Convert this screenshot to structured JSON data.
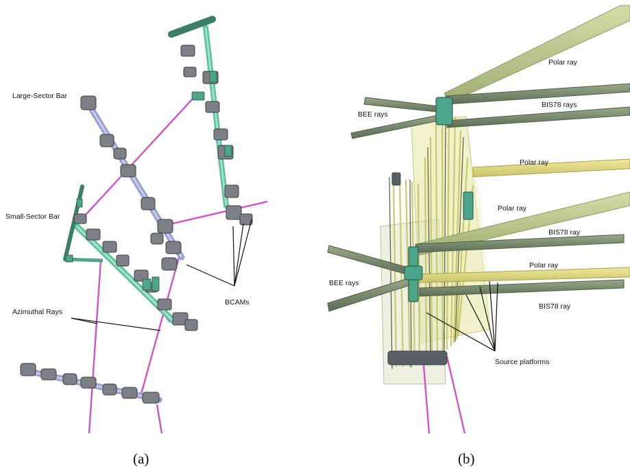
{
  "panel_a": {
    "caption": "(a)",
    "labels": {
      "large_sector_bar": "Large-Sector Bar",
      "small_sector_bar": "Small-Sector Bar",
      "azimuthal_rays": "Azimuthal Rays",
      "bcams": "BCAMs"
    }
  },
  "panel_b": {
    "caption": "(b)",
    "labels": {
      "bee_rays_top": "BEE rays",
      "bee_rays_bottom": "BEE rays",
      "polar_ray_1": "Polar ray",
      "bis78_rays": "BIS78 rays",
      "polar_ray_2": "Polar ray",
      "polar_ray_3": "Polar ray",
      "bis78_ray_1": "BIS78 ray",
      "polar_ray_4": "Polar ray",
      "bis78_ray_2": "BIS78 ray",
      "source_platforms": "Source platforms"
    }
  },
  "colors": {
    "structure_green": "#5fc3a0",
    "structure_dark": "#2f4a45",
    "bar_blue": "#9aa3cf",
    "bcam_gray": "#8a8a8a",
    "ray_magenta": "#d052c8",
    "ray_olive": "#b9c48a",
    "ray_dark_olive": "#6f8060",
    "source_yellow": "#e8e6a6"
  }
}
